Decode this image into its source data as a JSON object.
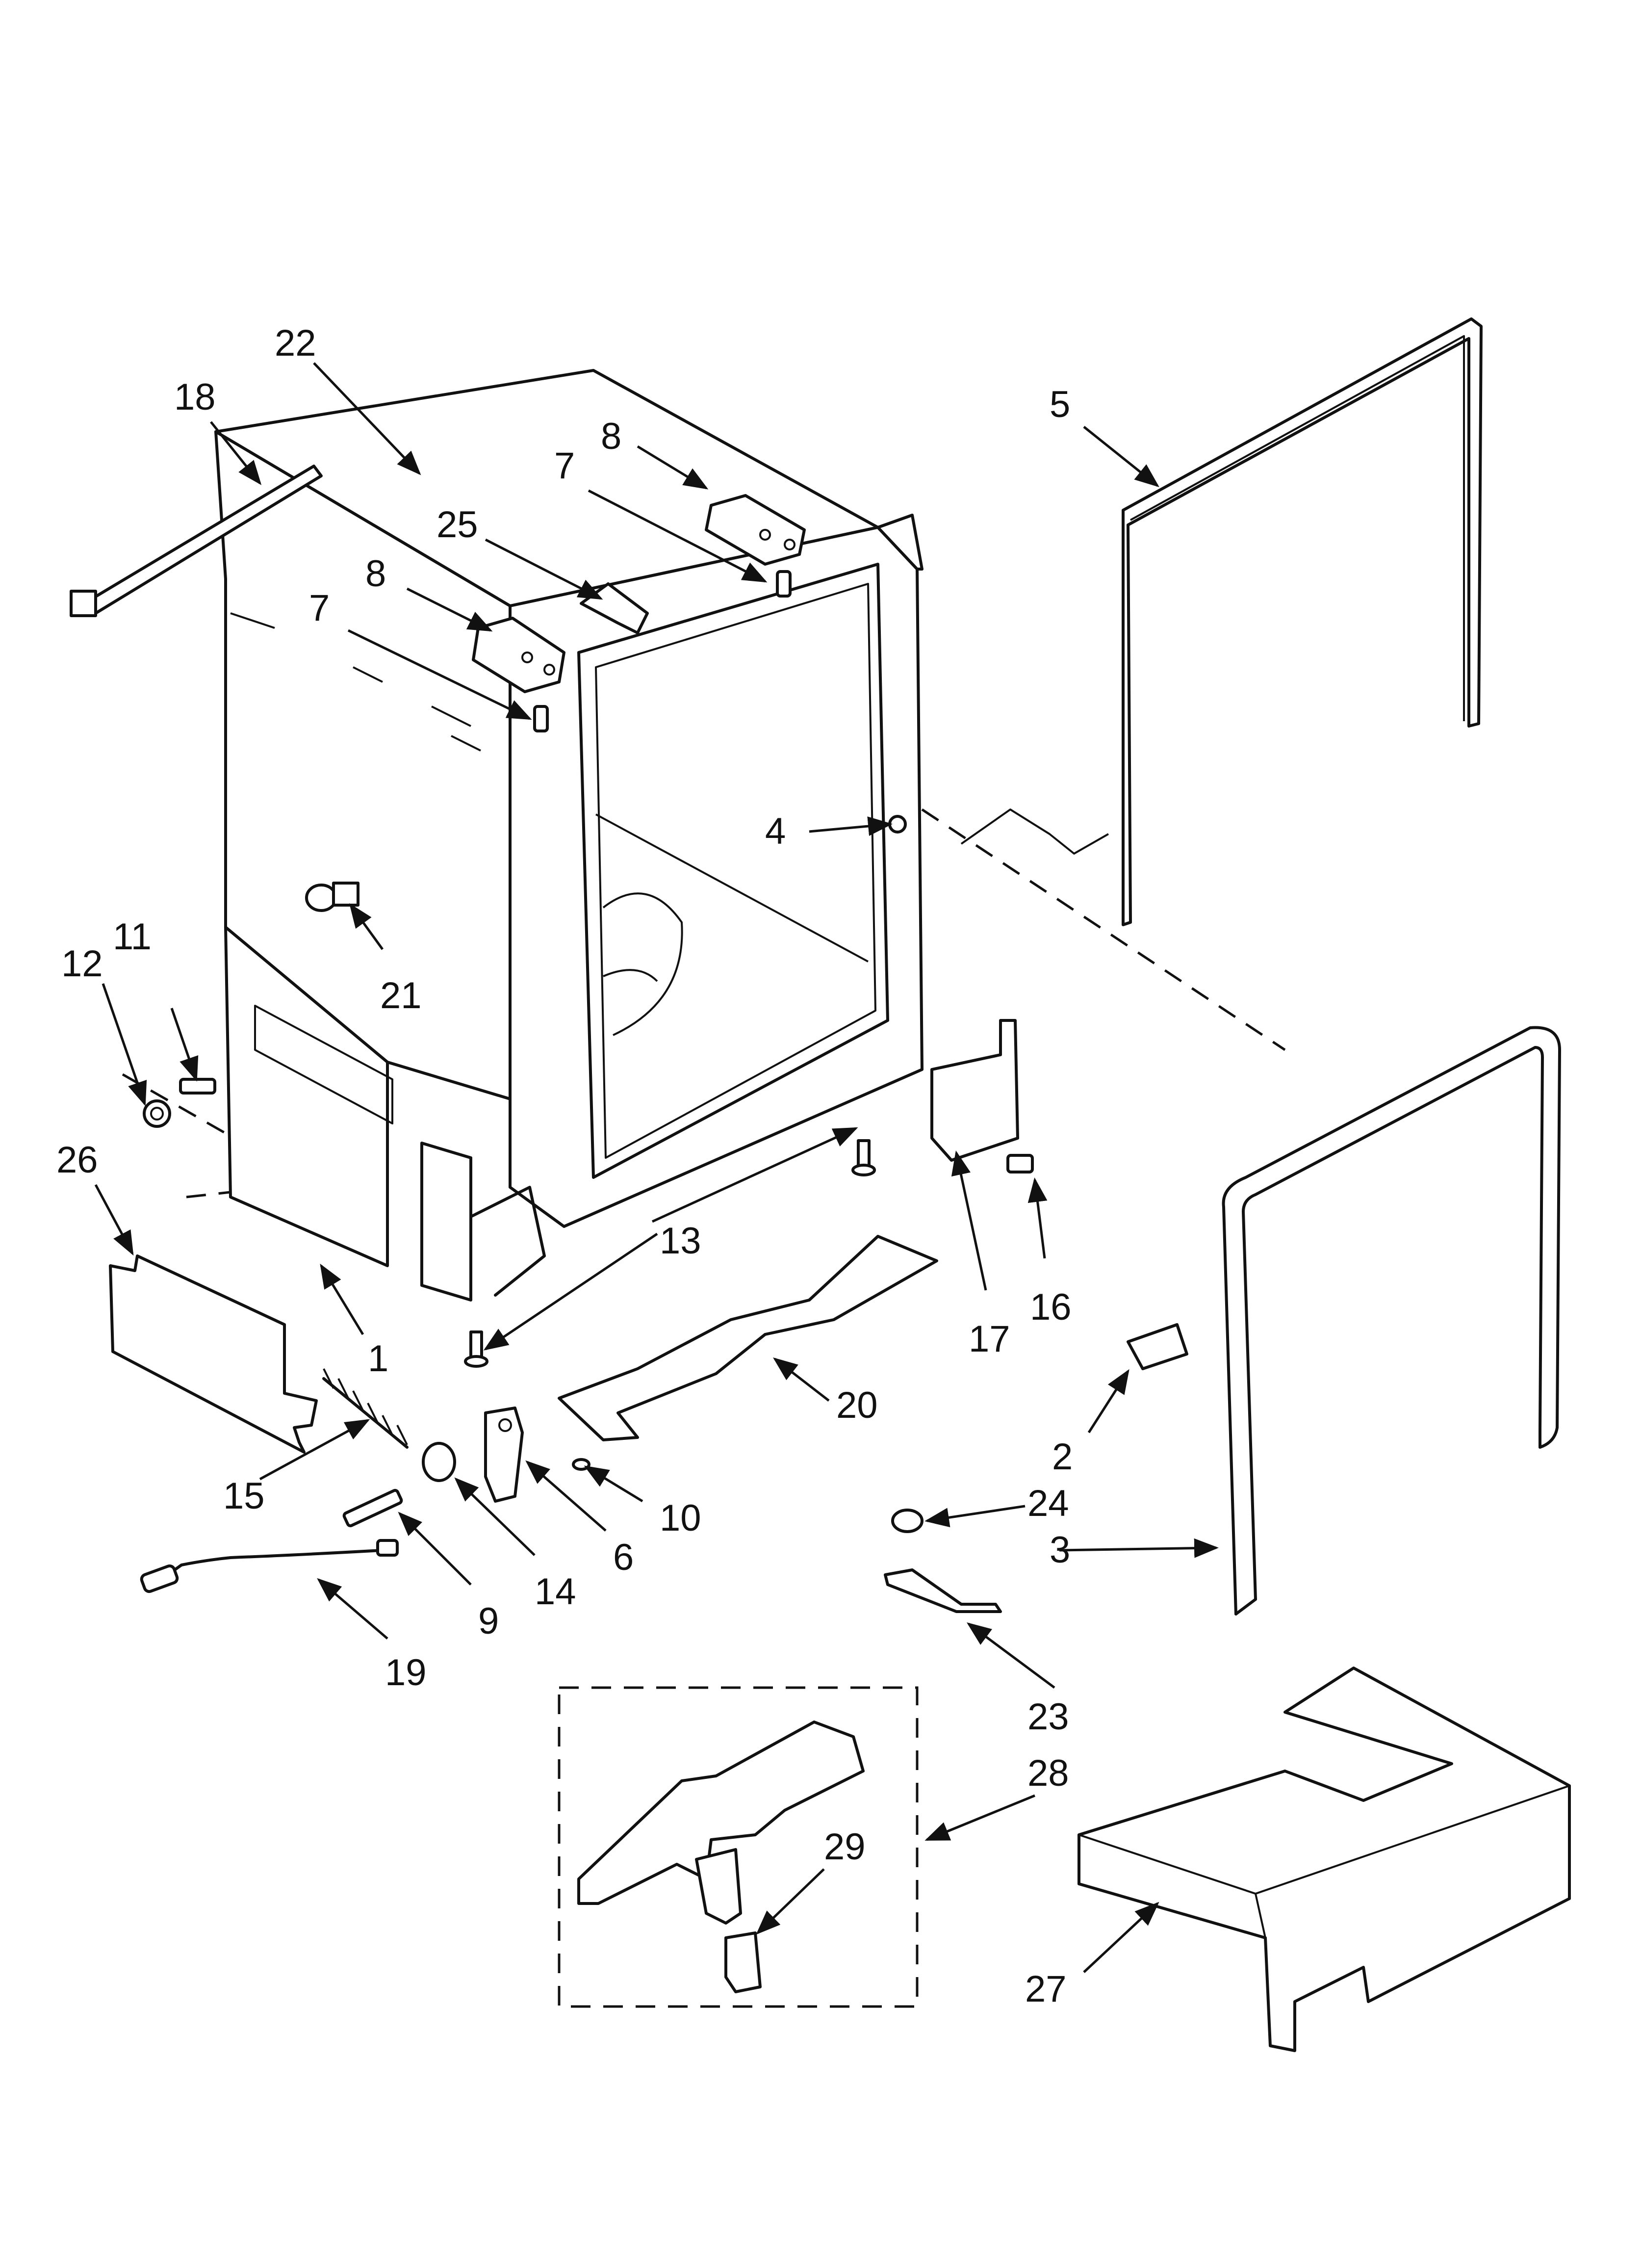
{
  "labels": {
    "l1": "1",
    "l2": "2",
    "l3": "3",
    "l4": "4",
    "l5": "5",
    "l6": "6",
    "l7a": "7",
    "l7b": "7",
    "l8a": "8",
    "l8b": "8",
    "l9": "9",
    "l10": "10",
    "l11": "11",
    "l12": "12",
    "l13": "13",
    "l14": "14",
    "l15": "15",
    "l16": "16",
    "l17": "17",
    "l18": "18",
    "l19": "19",
    "l20": "20",
    "l21": "21",
    "l22": "22",
    "l23": "23",
    "l24": "24",
    "l25": "25",
    "l26": "26",
    "l27": "27",
    "l28": "28",
    "l29": "29"
  }
}
